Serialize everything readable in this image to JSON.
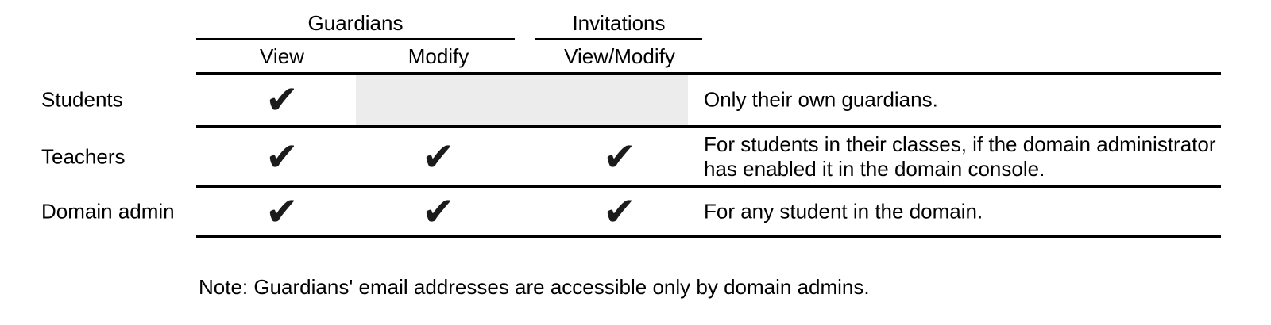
{
  "header": {
    "groups": [
      {
        "label": "Guardians"
      },
      {
        "label": "Invitations"
      }
    ],
    "columns": [
      {
        "label": "View"
      },
      {
        "label": "Modify"
      },
      {
        "label": "View/Modify"
      }
    ]
  },
  "rows": [
    {
      "label": "Students",
      "checks": {
        "view": "✔",
        "modify": "",
        "view_modify": ""
      },
      "shaded": "modify and view_modify cells",
      "note": "Only their own guardians."
    },
    {
      "label": "Teachers",
      "checks": {
        "view": "✔",
        "modify": "✔",
        "view_modify": "✔"
      },
      "note": "For students in their classes, if the domain administrator has enabled it in the domain console."
    },
    {
      "label": "Domain admin",
      "checks": {
        "view": "✔",
        "modify": "✔",
        "view_modify": "✔"
      },
      "note": "For any student in the domain."
    }
  ],
  "footnote": "Note: Guardians' email addresses are accessible only by domain admins.",
  "colors": {
    "shaded_cell": "#ececec",
    "rule": "#000000",
    "text": "#000000",
    "check": "#1b1b1b"
  }
}
